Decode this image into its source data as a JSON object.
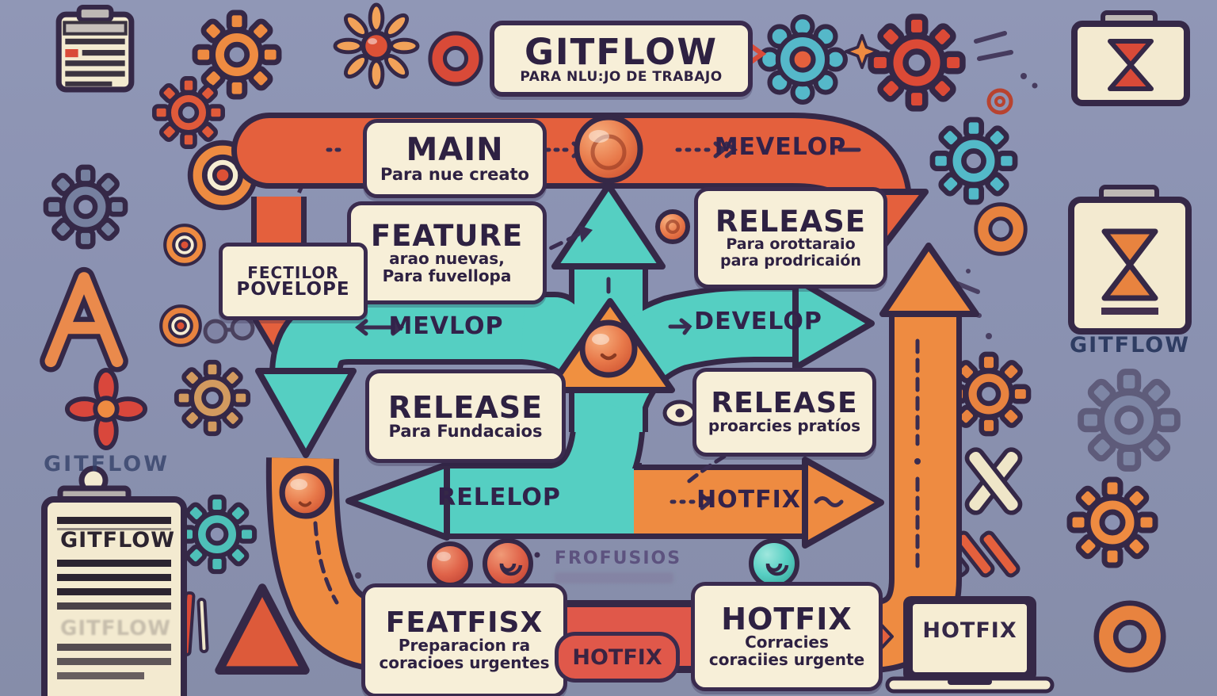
{
  "title": {
    "line1": "GITFLOW",
    "line2": "PARA NLU:JO DE TRABAJO"
  },
  "boxes": {
    "main": {
      "title": "MAIN",
      "sub1": "Para nue creato"
    },
    "feature": {
      "title": "FEATURE",
      "sub1": "arao nuevas,",
      "sub2": "Para fuvellopa"
    },
    "release_top": {
      "title": "RELEASE",
      "sub1": "Para orottaraio",
      "sub2": "para prodricaión"
    },
    "fectilor": {
      "line1": "FECTILOR",
      "line2": "POVELOPE"
    },
    "release_left": {
      "title": "RELEASE",
      "sub1": "Para Fundacaios"
    },
    "release_right": {
      "title": "RELEASE",
      "sub1": "proarcies pratíos"
    },
    "featfisx": {
      "title": "FEATFISX",
      "sub1": "Preparacion ra",
      "sub2": "coracioes urgentes"
    },
    "hotfix": {
      "title": "HOTFIX",
      "sub1": "Corracies",
      "sub2": "coraciies urgente"
    }
  },
  "labels": {
    "develop_top": "MEVELOP",
    "develop_left": "MEVLOP",
    "develop_right": "DEVELOP",
    "relelop": "RELELOP",
    "hotfix_arrow": "HOTFIX",
    "hotfix_badge": "HOTFIX",
    "frofusios": "FROFUSIOS",
    "gitflow_faded_left": "GITFLOW",
    "gitflow_clipboard_left": "GITFLOW",
    "gitflow_right": "GITFLOW",
    "laptop_screen": "HOTFIX"
  },
  "icons": [
    "clipboard-icon",
    "gear-icon",
    "sun-icon",
    "donut-icon",
    "target-icon",
    "a-frame-icon",
    "pinwheel-icon",
    "sphere-bead-icon",
    "triangle-icon",
    "flower-gear-icon",
    "star-icon",
    "hourglass-clipboard-icon",
    "x-cross-icon",
    "slashes-icon",
    "laptop-icon",
    "spiral-bead-icon",
    "eye-bead-icon",
    "glasses-doodle-icon"
  ],
  "colors": {
    "background": "#8b92b2",
    "outline": "#352847",
    "red": "#e4603d",
    "red_dark": "#d94a38",
    "orange": "#ee8b41",
    "teal": "#55cfc2",
    "cream": "#f6edd3",
    "text_dark": "#2e2142"
  }
}
